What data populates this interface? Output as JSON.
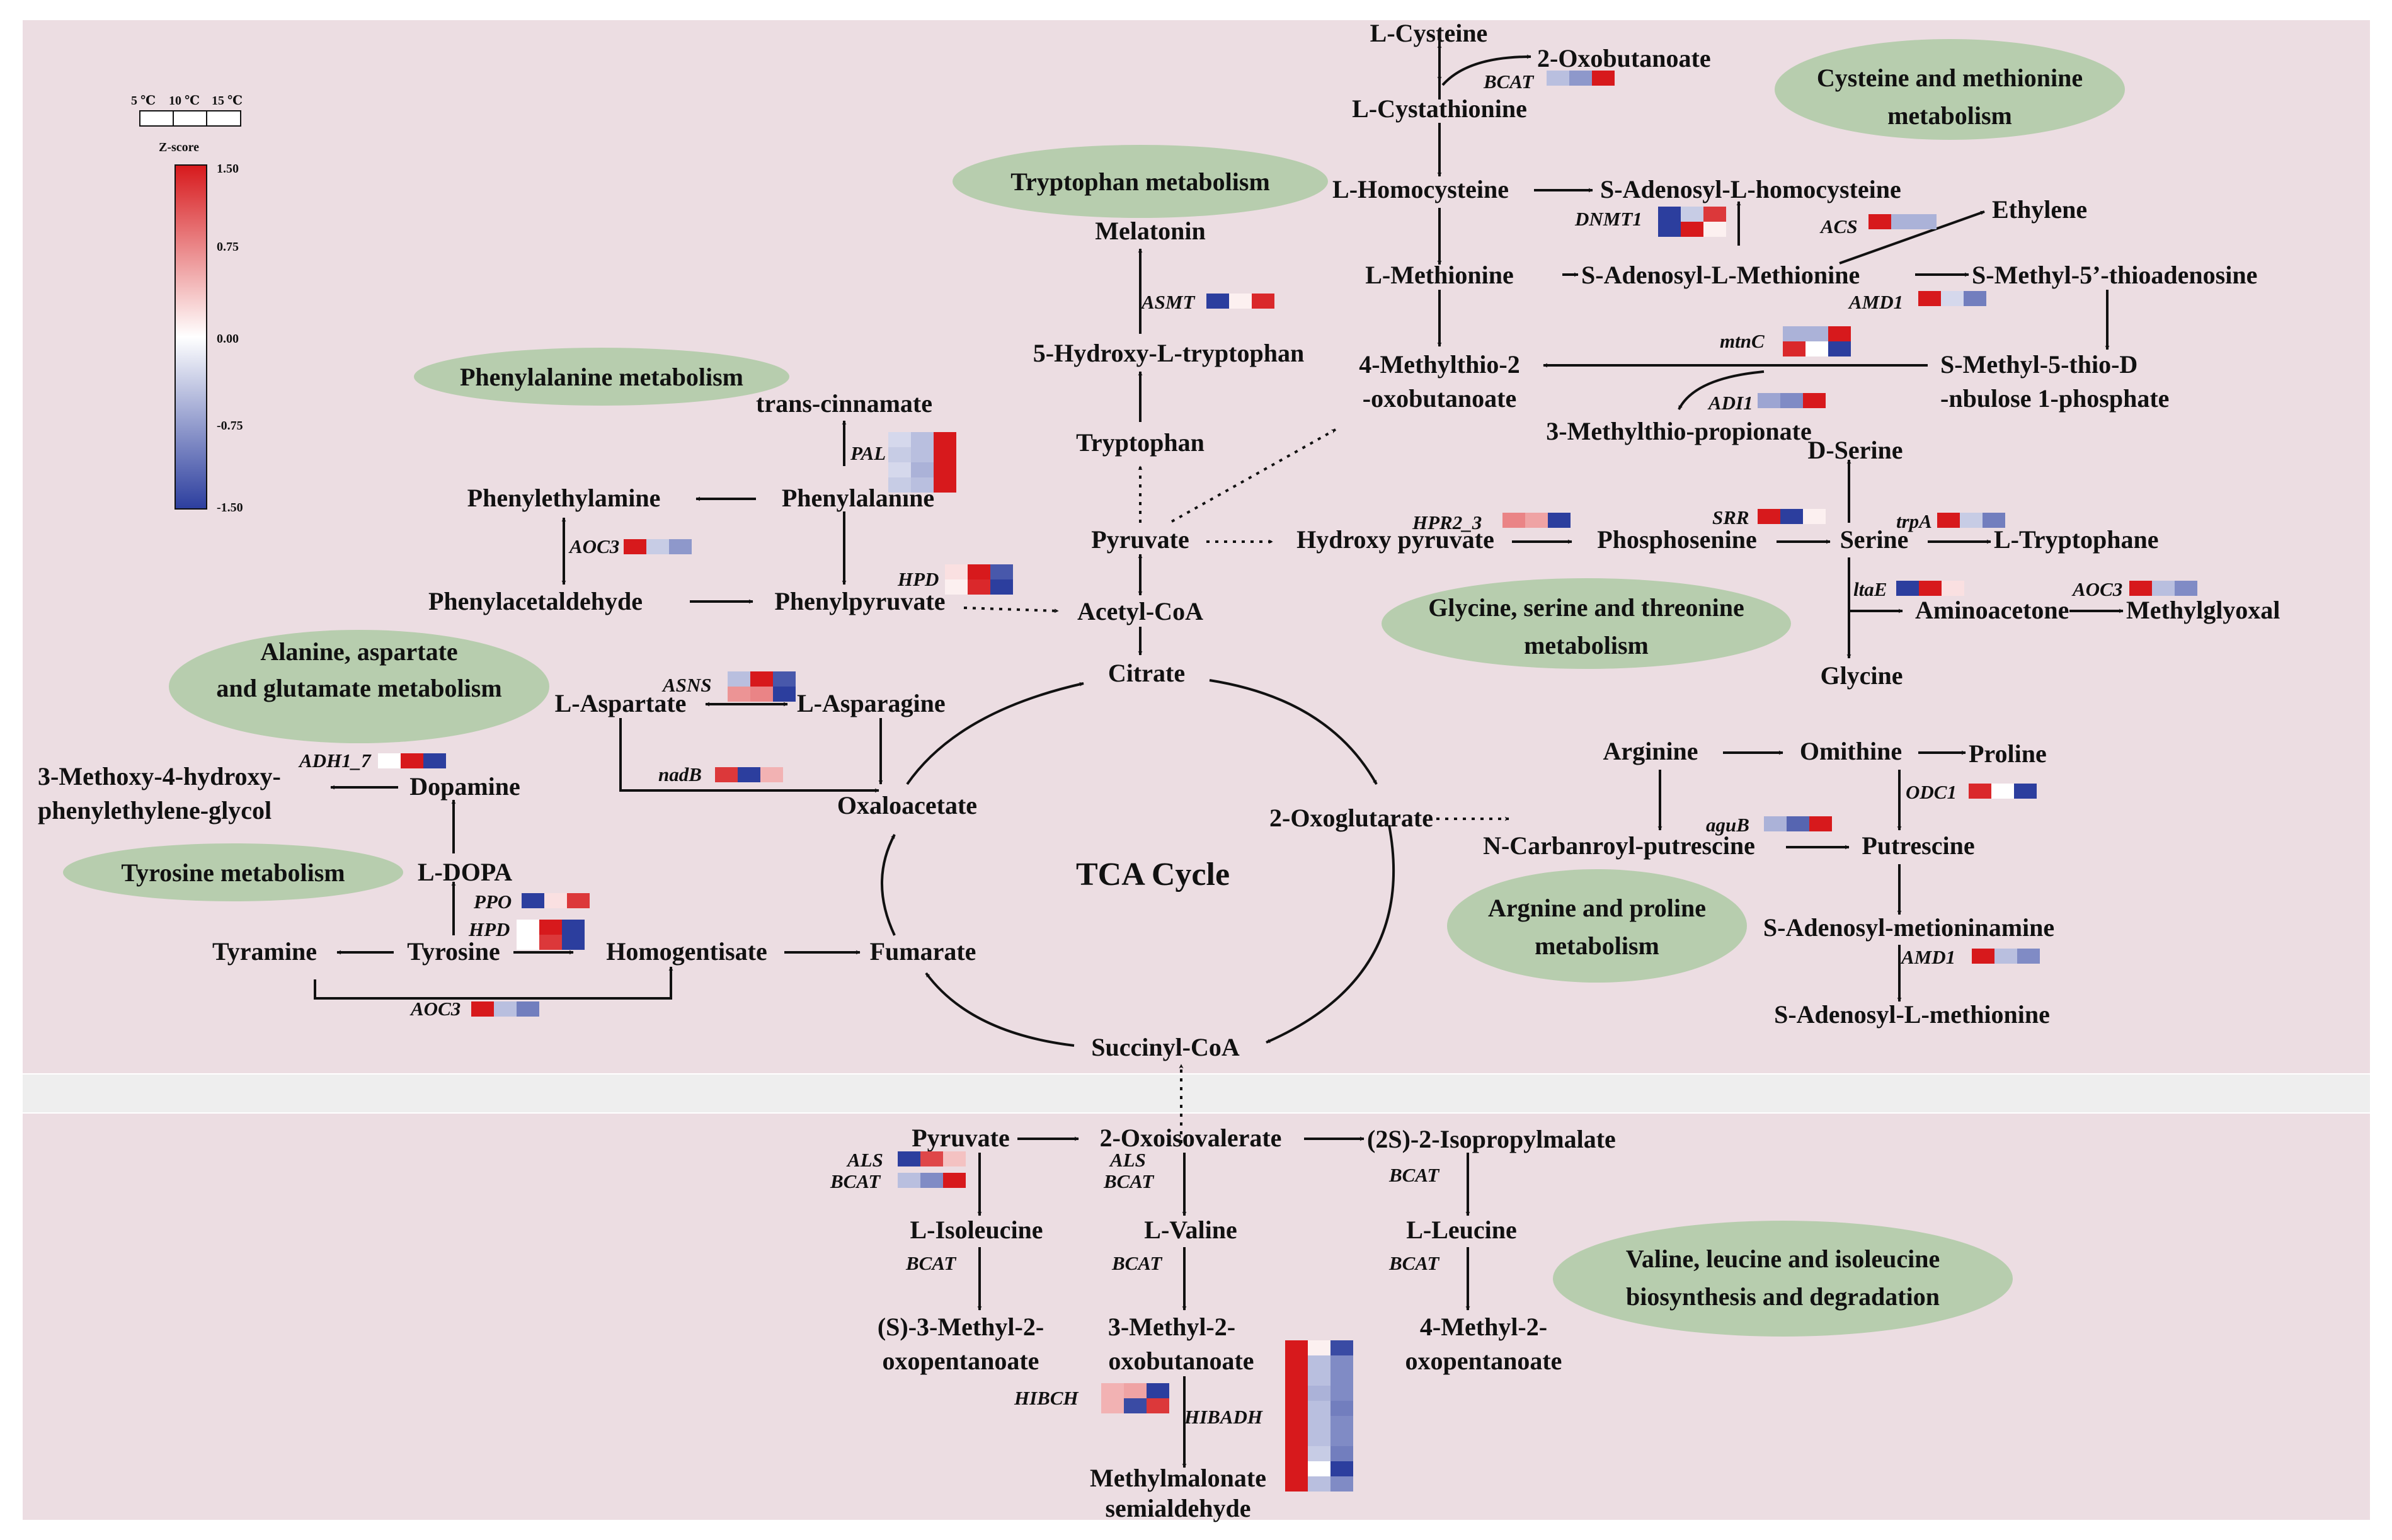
{
  "colors": {
    "upper_panel_bg": "#ecdde2",
    "lower_panel_bg": "#ecdde2",
    "separator_bg": "#eeeeee",
    "pathway_ellipse": "#b7cdae",
    "heat_high": "#d7191c",
    "heat_mid": "#ffffff",
    "heat_low": "#2c3e9e"
  },
  "legend": {
    "temperatures": [
      "5 ℃",
      "10 ℃",
      "15 ℃"
    ],
    "title": "Z-score",
    "ticks": [
      "1.50",
      "0.75",
      "0.00",
      "-0.75",
      "-1.50"
    ],
    "range": [
      -1.5,
      1.5
    ]
  },
  "pathways": {
    "cysteine": [
      "Cysteine and methionine",
      "metabolism"
    ],
    "tryptophan": [
      "Tryptophan metabolism"
    ],
    "phenylalanine": [
      "Phenylalanine metabolism"
    ],
    "alanine": [
      "Alanine, aspartate",
      "and glutamate metabolism"
    ],
    "tyrosine": [
      "Tyrosine metabolism"
    ],
    "glycine": [
      "Glycine, serine and threonine",
      "metabolism"
    ],
    "arginine": [
      "Argnine and proline",
      "metabolism"
    ],
    "valine": [
      "Valine, leucine and isoleucine",
      "biosynthesis and degradation"
    ]
  },
  "tca_label": "TCA Cycle",
  "metabolites": {
    "l_cysteine": "L-Cysteine",
    "oxobutanoate": "2-Oxobutanoate",
    "l_cystathionine": "L-Cystathionine",
    "l_homocysteine": "L-Homocysteine",
    "s_adenosyl_homocysteine": "S-Adenosyl-L-homocysteine",
    "ethylene": "Ethylene",
    "l_methionine": "L-Methionine",
    "s_adenosyl_methionine": "S-Adenosyl-L-Methionine",
    "s_methyl_thioadenosine": "S-Methyl-5’-thioadenosine",
    "methylthio_oxobutanoate_1": "4-Methylthio-2",
    "methylthio_oxobutanoate_2": "-oxobutanoate",
    "s_methyl_thio_d_1": "S-Methyl-5-thio-D",
    "s_methyl_thio_d_2": "-nbulose 1-phosphate",
    "methylthio_propionate": "3-Methylthio-propionate",
    "melatonin": "Melatonin",
    "hydroxy_tryptophan": "5-Hydroxy-L-tryptophan",
    "tryptophan": "Tryptophan",
    "trans_cinnamate": "trans-cinnamate",
    "phenylethylamine": "Phenylethylamine",
    "phenylalanine": "Phenylalanine",
    "phenylacetaldehyde": "Phenylacetaldehyde",
    "phenylpyruvate": "Phenylpyruvate",
    "pyruvate": "Pyruvate",
    "acetyl_coa": "Acetyl-CoA",
    "citrate": "Citrate",
    "hydroxy_pyruvate": "Hydroxy pyruvate",
    "phosphoserine": "Phosphosenine",
    "serine": "Serine",
    "d_serine": "D-Serine",
    "l_tryptophan": "L-Tryptophane",
    "aminoacetone": "Aminoacetone",
    "methylglyoxal": "Methylglyoxal",
    "glycine": "Glycine",
    "l_aspartate": "L-Aspartate",
    "l_asparagine": "L-Asparagine",
    "oxaloacetate": "Oxaloacetate",
    "methoxy_1": "3-Methoxy-4-hydroxy-",
    "methoxy_2": "phenylethylene-glycol",
    "dopamine": "Dopamine",
    "l_dopa": "L-DOPA",
    "tyramine": "Tyramine",
    "tyrosine": "Tyrosine",
    "homogentisate": "Homogentisate",
    "fumarate": "Fumarate",
    "oxoglutarate": "2-Oxoglutarate",
    "succinyl_coa": "Succinyl-CoA",
    "arginine": "Arginine",
    "ornithine": "Omithine",
    "proline": "Proline",
    "carbamoyl_putrescine": "N-Carbanroyl-putrescine",
    "putrescine": "Putrescine",
    "s_adenosyl_methioninamine": "S-Adenosyl-metioninamine",
    "s_adenosyl_l_methionine": "S-Adenosyl-L-methionine",
    "pyruvate_2": "Pyruvate",
    "oxoisovalerate": "2-Oxoisovalerate",
    "isopropylmalate": "(2S)-2-Isopropylmalate",
    "l_isoleucine": "L-Isoleucine",
    "l_valine": "L-Valine",
    "l_leucine": "L-Leucine",
    "methyl_oxopentanoate_1": "(S)-3-Methyl-2-",
    "methyl_oxopentanoate_2": "oxopentanoate",
    "methyl_oxobutanoate_1": "3-Methyl-2-",
    "methyl_oxobutanoate_2": "oxobutanoate",
    "methyl_2_oxopentanoate_1": "4-Methyl-2-",
    "methyl_2_oxopentanoate_2": "oxopentanoate",
    "methylmalonate_1": "Methylmalonate",
    "methylmalonate_2": "semialdehyde"
  },
  "enzymes": {
    "bcat_top": "BCAT",
    "dnmt1": "DNMT1",
    "acs": "ACS",
    "amd1_top": "AMD1",
    "mtnc": "mtnC",
    "adi1": "ADI1",
    "asmt": "ASMT",
    "pal": "PAL",
    "aoc3_phe": "AOC3",
    "hpd_phe": "HPD",
    "hpr2": "HPR2_3",
    "srr": "SRR",
    "trpa": "trpA",
    "ltae": "ltaE",
    "aoc3_gly": "AOC3",
    "asns": "ASNS",
    "nadb": "nadB",
    "adh1": "ADH1_7",
    "ppo": "PPO",
    "hpd_tyr": "HPD",
    "aoc3_tyr": "AOC3",
    "odc1": "ODC1",
    "agub": "aguB",
    "amd1_arg": "AMD1",
    "als_1": "ALS",
    "bcat_1": "BCAT",
    "als_2": "ALS",
    "bcat_2": "BCAT",
    "bcat_3": "BCAT",
    "bcat_ile": "BCAT",
    "bcat_val": "BCAT",
    "bcat_leu": "BCAT",
    "hibch": "HIBCH",
    "hibadh": "HIBADH"
  },
  "heatmaps": {
    "bcat_top": [
      [
        -0.5,
        -0.8,
        1.5
      ]
    ],
    "dnmt1": [
      [
        -1.5,
        -0.4,
        1.3
      ],
      [
        -1.5,
        1.5,
        0.1
      ]
    ],
    "acs": [
      [
        1.5,
        -0.6,
        -0.6
      ]
    ],
    "amd1_top": [
      [
        1.5,
        -0.3,
        -1.0
      ]
    ],
    "mtnc": [
      [
        -0.6,
        -0.6,
        1.5
      ],
      [
        1.4,
        0.0,
        -1.5
      ]
    ],
    "adi1": [
      [
        -0.7,
        -0.9,
        1.5
      ]
    ],
    "asmt": [
      [
        -1.5,
        0.1,
        1.4
      ]
    ],
    "pal": [
      [
        -0.3,
        -0.5,
        1.5
      ],
      [
        -0.4,
        -0.5,
        1.5
      ],
      [
        -0.3,
        -0.6,
        1.5
      ],
      [
        -0.4,
        -0.5,
        1.5
      ]
    ],
    "aoc3_phe": [
      [
        1.5,
        -0.4,
        -0.8
      ]
    ],
    "hpd_phe": [
      [
        0.2,
        1.5,
        -1.3
      ],
      [
        0.1,
        1.4,
        -1.5
      ]
    ],
    "hpr2": [
      [
        0.8,
        0.6,
        -1.5
      ]
    ],
    "srr": [
      [
        1.5,
        -1.5,
        0.1
      ]
    ],
    "trpa": [
      [
        1.5,
        -0.4,
        -1.0
      ]
    ],
    "ltae": [
      [
        -1.5,
        1.5,
        0.2
      ]
    ],
    "aoc3_gly": [
      [
        1.5,
        -0.5,
        -0.9
      ]
    ],
    "asns": [
      [
        -0.5,
        1.5,
        -1.3
      ],
      [
        0.7,
        0.8,
        -1.5
      ]
    ],
    "nadb": [
      [
        1.3,
        -1.5,
        0.5
      ]
    ],
    "adh1": [
      [
        0.0,
        1.5,
        -1.5
      ]
    ],
    "ppo": [
      [
        -1.5,
        0.2,
        1.3
      ]
    ],
    "hpd_tyr": [
      [
        0.0,
        1.5,
        -1.5
      ],
      [
        0.0,
        1.3,
        -1.5
      ]
    ],
    "aoc3_tyr": [
      [
        1.5,
        -0.5,
        -1.0
      ]
    ],
    "odc1": [
      [
        1.4,
        0.0,
        -1.5
      ]
    ],
    "agub": [
      [
        -0.6,
        -1.2,
        1.5
      ]
    ],
    "amd1_arg": [
      [
        1.5,
        -0.5,
        -0.9
      ]
    ],
    "als_1": [
      [
        -1.5,
        1.2,
        0.4
      ]
    ],
    "bcat_1": [
      [
        -0.5,
        -0.9,
        1.5
      ]
    ],
    "hibch": [
      [
        0.5,
        0.6,
        -1.5
      ],
      [
        0.5,
        -1.4,
        1.3
      ]
    ],
    "hibadh": [
      [
        1.5,
        0.1,
        -1.4
      ],
      [
        1.5,
        -0.5,
        -0.9
      ],
      [
        1.5,
        -0.5,
        -0.9
      ],
      [
        1.5,
        -0.6,
        -0.9
      ],
      [
        1.5,
        -0.5,
        -1.0
      ],
      [
        1.5,
        -0.5,
        -0.9
      ],
      [
        1.5,
        -0.5,
        -0.9
      ],
      [
        1.5,
        -0.4,
        -1.0
      ],
      [
        1.5,
        0.0,
        -1.5
      ],
      [
        1.5,
        -0.5,
        -0.9
      ]
    ]
  }
}
